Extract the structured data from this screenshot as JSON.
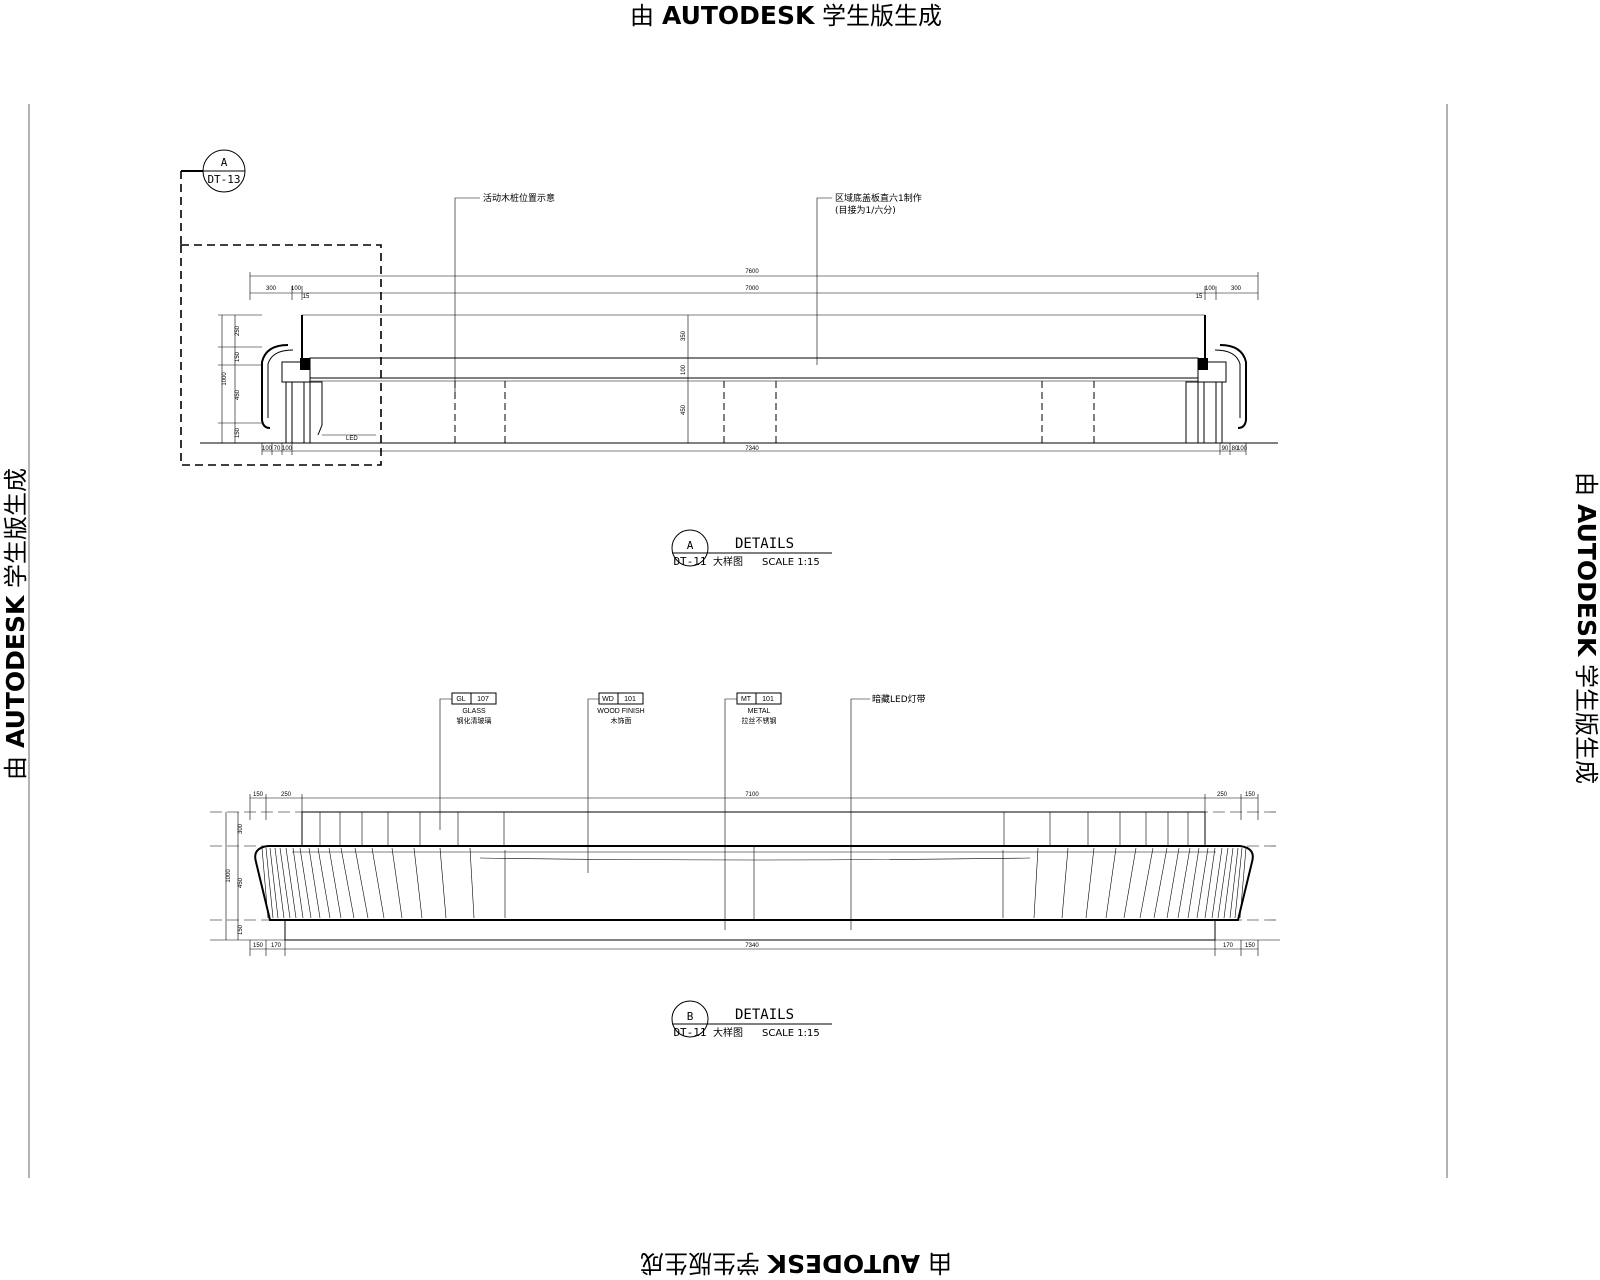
{
  "watermark": {
    "text_prefix": "由",
    "brand": "AUTODESK",
    "text_suffix": "学生版生成"
  },
  "detail_a": {
    "callout": {
      "letter": "A",
      "sheet": "DT-13"
    },
    "annotations": [
      {
        "text": "活动木桩位置示意"
      },
      {
        "text": "区域底盖板直六1制作"
      },
      {
        "text": "(目接为1/六分)"
      }
    ],
    "dims_top": {
      "overall": "7600",
      "inner": "7000",
      "left_parts": [
        "300",
        "100",
        "15"
      ],
      "right_parts": [
        "15",
        "100",
        "300"
      ]
    },
    "dims_left": [
      "250",
      "150",
      "450",
      "150",
      "1000"
    ],
    "dims_mid": [
      "350",
      "100",
      "450"
    ],
    "dims_bottom": {
      "left_parts": [
        "100",
        "70",
        "100"
      ],
      "center": "7340",
      "right_parts": [
        "90",
        "80",
        "100"
      ]
    },
    "title": {
      "letter": "A",
      "sheet": "DT-11",
      "heading": "DETAILS",
      "cn": "大样图",
      "scale": "SCALE  1:15"
    }
  },
  "detail_b": {
    "tags": [
      {
        "code": "GL",
        "num": "107",
        "name": "GLASS",
        "cn": "钢化清玻璃"
      },
      {
        "code": "WD",
        "num": "101",
        "name": "WOOD FINISH",
        "cn": "木饰面"
      },
      {
        "code": "MT",
        "num": "101",
        "name": "METAL",
        "cn": "拉丝不锈钢"
      }
    ],
    "note": "暗藏LED灯带",
    "dims_top": {
      "left_parts": [
        "150",
        "250"
      ],
      "center": "7100",
      "right_parts": [
        "250",
        "150"
      ]
    },
    "dims_left": [
      "300",
      "450",
      "150",
      "1000"
    ],
    "dims_bottom": {
      "left_parts": [
        "150",
        "170"
      ],
      "center": "7340",
      "right_parts": [
        "170",
        "150"
      ]
    },
    "title": {
      "letter": "B",
      "sheet": "DT-11",
      "heading": "DETAILS",
      "cn": "大样图",
      "scale": "SCALE  1:15"
    }
  }
}
